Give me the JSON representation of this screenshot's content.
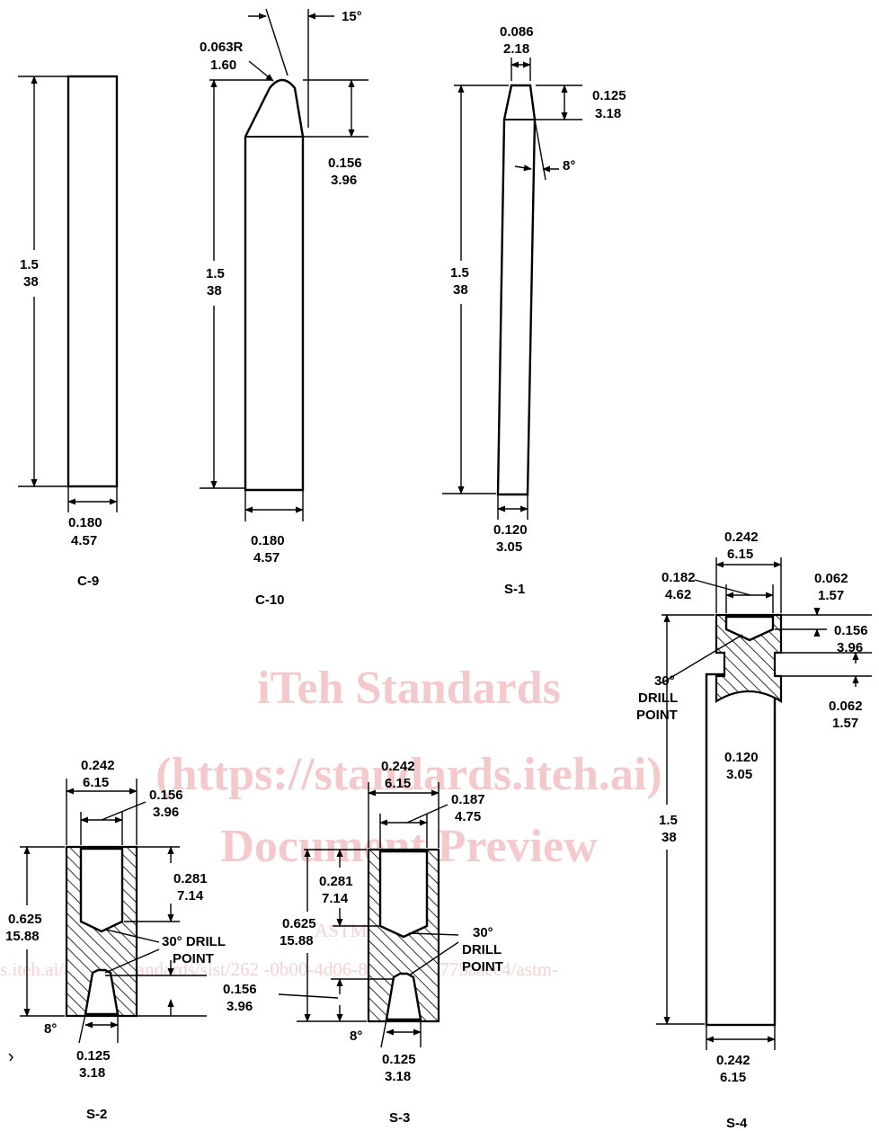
{
  "watermark": {
    "line1": "iTeh Standards",
    "line2": "(https://standards.iteh.ai)",
    "line3": "Document Preview",
    "line4": "ASTM",
    "line5": "s.iteh.ai/catalog/standards/sist/262    -0b00-4d06-80b1-0d21775aaec4/astm-"
  },
  "specimens": {
    "c9": {
      "caption": "C-9",
      "length_in": "1.5",
      "length_mm": "38",
      "width_in": "0.180",
      "width_mm": "4.57"
    },
    "c10": {
      "caption": "C-10",
      "radius_in": "0.063R",
      "radius_mm": "1.60",
      "angle": "15°",
      "tip_in": "0.156",
      "tip_mm": "3.96",
      "length_in": "1.5",
      "length_mm": "38",
      "width_in": "0.180",
      "width_mm": "4.57"
    },
    "s1": {
      "caption": "S-1",
      "tip_in": "0.086",
      "tip_mm": "2.18",
      "taper_in": "0.125",
      "taper_mm": "3.18",
      "angle": "8°",
      "length_in": "1.5",
      "length_mm": "38",
      "width_in": "0.120",
      "width_mm": "3.05"
    },
    "s2": {
      "caption": "S-2",
      "outer_in": "0.242",
      "outer_mm": "6.15",
      "bore_in": "0.156",
      "bore_mm": "3.96",
      "depth_in": "0.281",
      "depth_mm": "7.14",
      "length_in": "0.625",
      "length_mm": "15.88",
      "drill_line1": "30° DRILL",
      "drill_line2": "POINT",
      "bottom_in": "0.156",
      "bottom_mm": "3.96",
      "angle": "8°",
      "hole_in": "0.125",
      "hole_mm": "3.18"
    },
    "s3": {
      "caption": "S-3",
      "outer_in": "0.242",
      "outer_mm": "6.15",
      "bore_in": "0.187",
      "bore_mm": "4.75",
      "depth_in": "0.281",
      "depth_mm": "7.14",
      "length_in": "0.625",
      "length_mm": "15.88",
      "drill_line1": "30°",
      "drill_line2": "DRILL",
      "drill_line3": "POINT",
      "angle": "8°",
      "hole_in": "0.125",
      "hole_mm": "3.18"
    },
    "s4": {
      "caption": "S-4",
      "outer_in": "0.242",
      "outer_mm": "6.15",
      "bore_in": "0.182",
      "bore_mm": "4.62",
      "top_in": "0.062",
      "top_mm": "1.57",
      "cup_in": "0.156",
      "cup_mm": "3.96",
      "groove_in": "0.062",
      "groove_mm": "1.57",
      "drill_line1": "30°",
      "drill_line2": "DRILL",
      "drill_line3": "POINT",
      "neck_in": "0.120",
      "neck_mm": "3.05",
      "length_in": "1.5",
      "length_mm": "38",
      "width_in": "0.242",
      "width_mm": "6.15"
    }
  }
}
